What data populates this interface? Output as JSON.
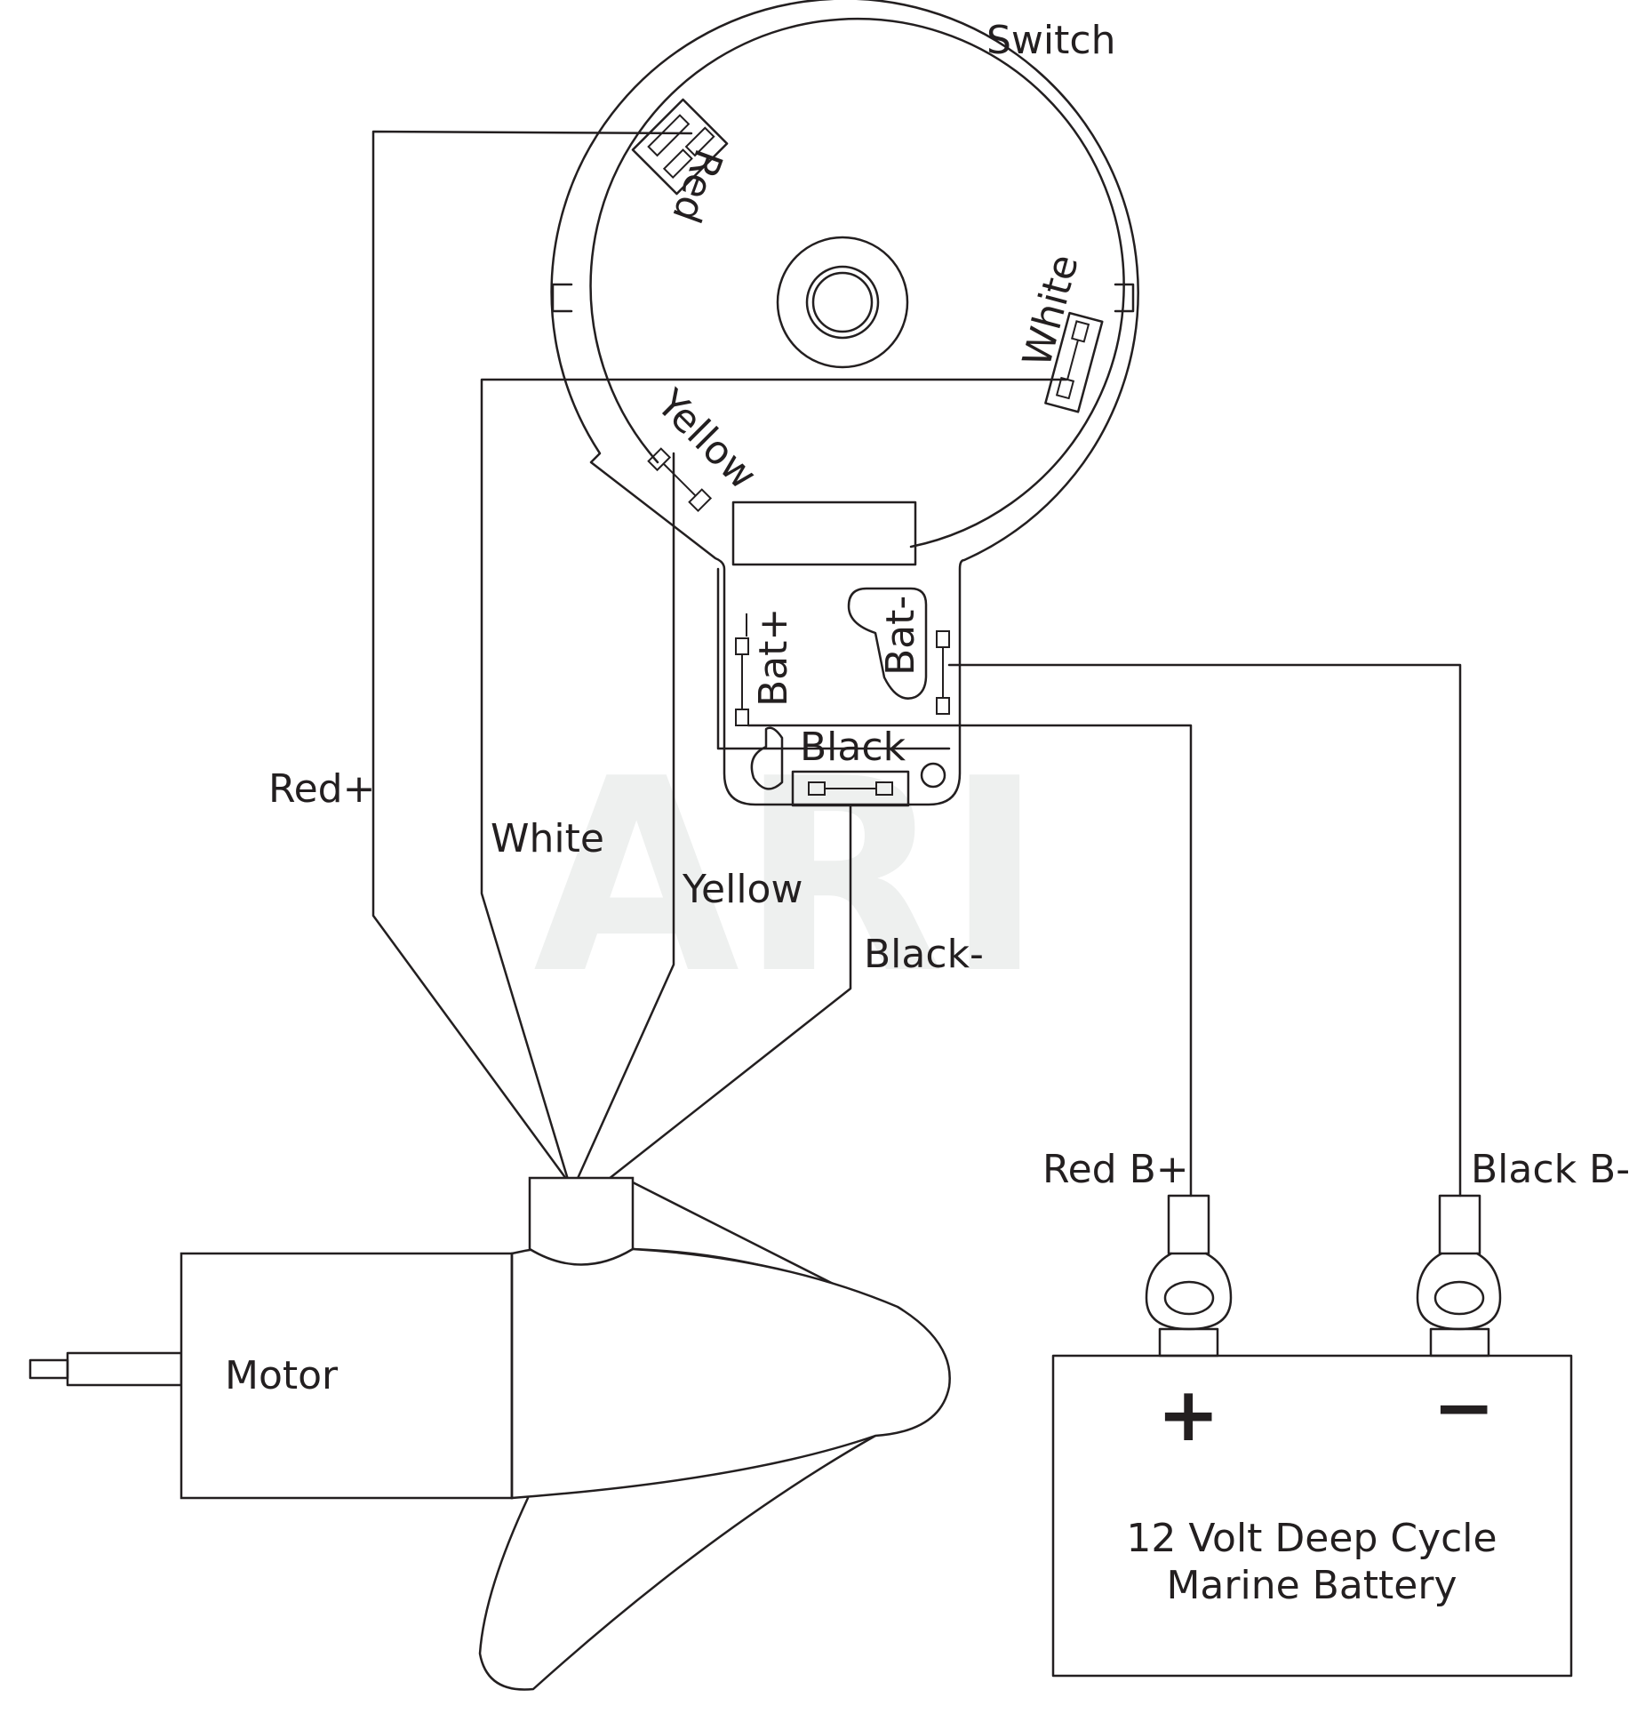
{
  "watermark": "ARI",
  "labels": {
    "switch": "Switch",
    "term_red": "Red",
    "term_white": "White",
    "term_yellow": "Yellow",
    "term_bat_plus": "Bat+",
    "term_bat_minus": "Bat-",
    "term_black": "Black",
    "wire_red_plus": "Red+",
    "wire_white": "White",
    "wire_yellow": "Yellow",
    "wire_black_minus": "Black-",
    "motor": "Motor",
    "lead_red_b_plus": "Red B+",
    "lead_black_b_minus": "Black B-",
    "battery_plus": "+",
    "battery_minus": "−",
    "battery_line1": "12 Volt Deep Cycle",
    "battery_line2": "Marine Battery"
  },
  "colors": {
    "line": "#231f20",
    "watermark": "#eef0ef",
    "background": "#ffffff"
  }
}
